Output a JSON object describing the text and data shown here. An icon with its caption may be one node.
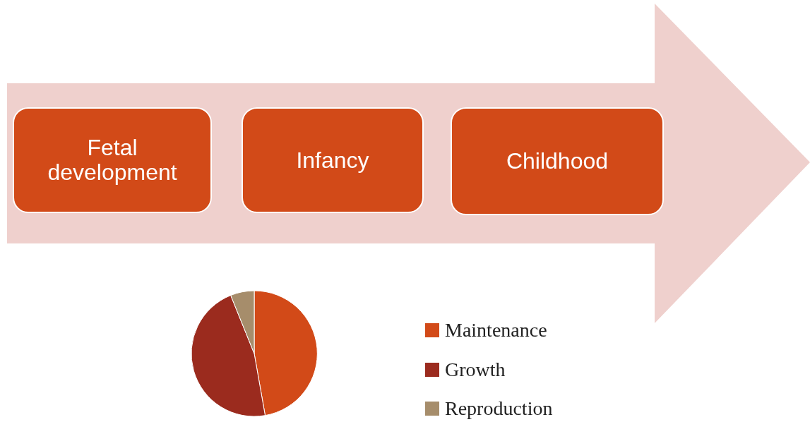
{
  "diagram": {
    "nodes": [
      {
        "text": [
          "Fetal development"
        ]
      },
      {
        "text": [
          "Infancy"
        ]
      },
      {
        "text": [
          "Childhood"
        ]
      }
    ],
    "legend": [
      {
        "text": "Maintenance",
        "color": "#d24a18"
      },
      {
        "text": "Growth",
        "color": "#9b2b1e"
      },
      {
        "text": "Reproduction",
        "color": "#a68d6b"
      }
    ]
  }
}
